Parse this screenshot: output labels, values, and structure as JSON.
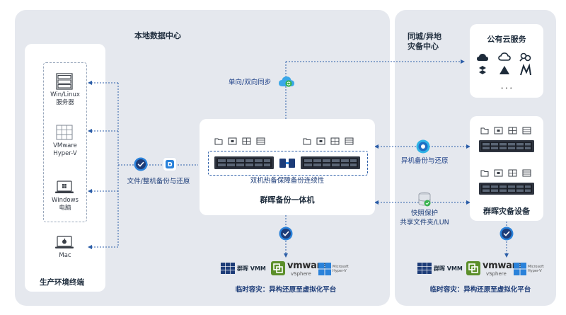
{
  "regions": {
    "local": {
      "title": "本地数据中心"
    },
    "remote": {
      "title_line1": "同城/异地",
      "title_line2": "灾备中心"
    }
  },
  "terminals": {
    "title": "生产环境终端",
    "items": [
      {
        "label_line1": "Win/Linux",
        "label_line2": "服务器",
        "icon": "server-icon"
      },
      {
        "label_line1": "VMware",
        "label_line2": "Hyper-V",
        "icon": "virtual-machine-icon"
      },
      {
        "label_line1": "Windows",
        "label_line2": "电脑",
        "icon": "windows-laptop-icon"
      },
      {
        "label_line1": "Mac",
        "label_line2": "",
        "icon": "mac-laptop-icon"
      }
    ]
  },
  "backup_link": {
    "label": "文件/整机备份与还原"
  },
  "sync": {
    "label": "单向/双向同步"
  },
  "appliance": {
    "subtitle": "双机热备保障备份连续性",
    "title": "群晖备份一体机"
  },
  "public_cloud": {
    "title": "公有云服务",
    "more": "• • •"
  },
  "remote_backup": {
    "label": "异机备份与还原"
  },
  "snapshot": {
    "label_line1": "快照保护",
    "label_line2": "共享文件夹/LUN"
  },
  "dr_device": {
    "title": "群晖灾备设备"
  },
  "platforms": {
    "synology_vmm": "群晖 VMM",
    "vmware": "vmware",
    "vsphere": "vSphere",
    "ms_line1": "Microsoft",
    "ms_line2": "Hyper-V"
  },
  "restore_left": {
    "label": "临时容灾：异构还原至虚拟化平台"
  },
  "restore_right": {
    "label": "临时容灾：异构还原至虚拟化平台"
  },
  "colors": {
    "region": "#e5e8ee",
    "arrow": "#2c5ea8",
    "accent": "#2a82da",
    "dark_navy": "#1d3c78"
  }
}
